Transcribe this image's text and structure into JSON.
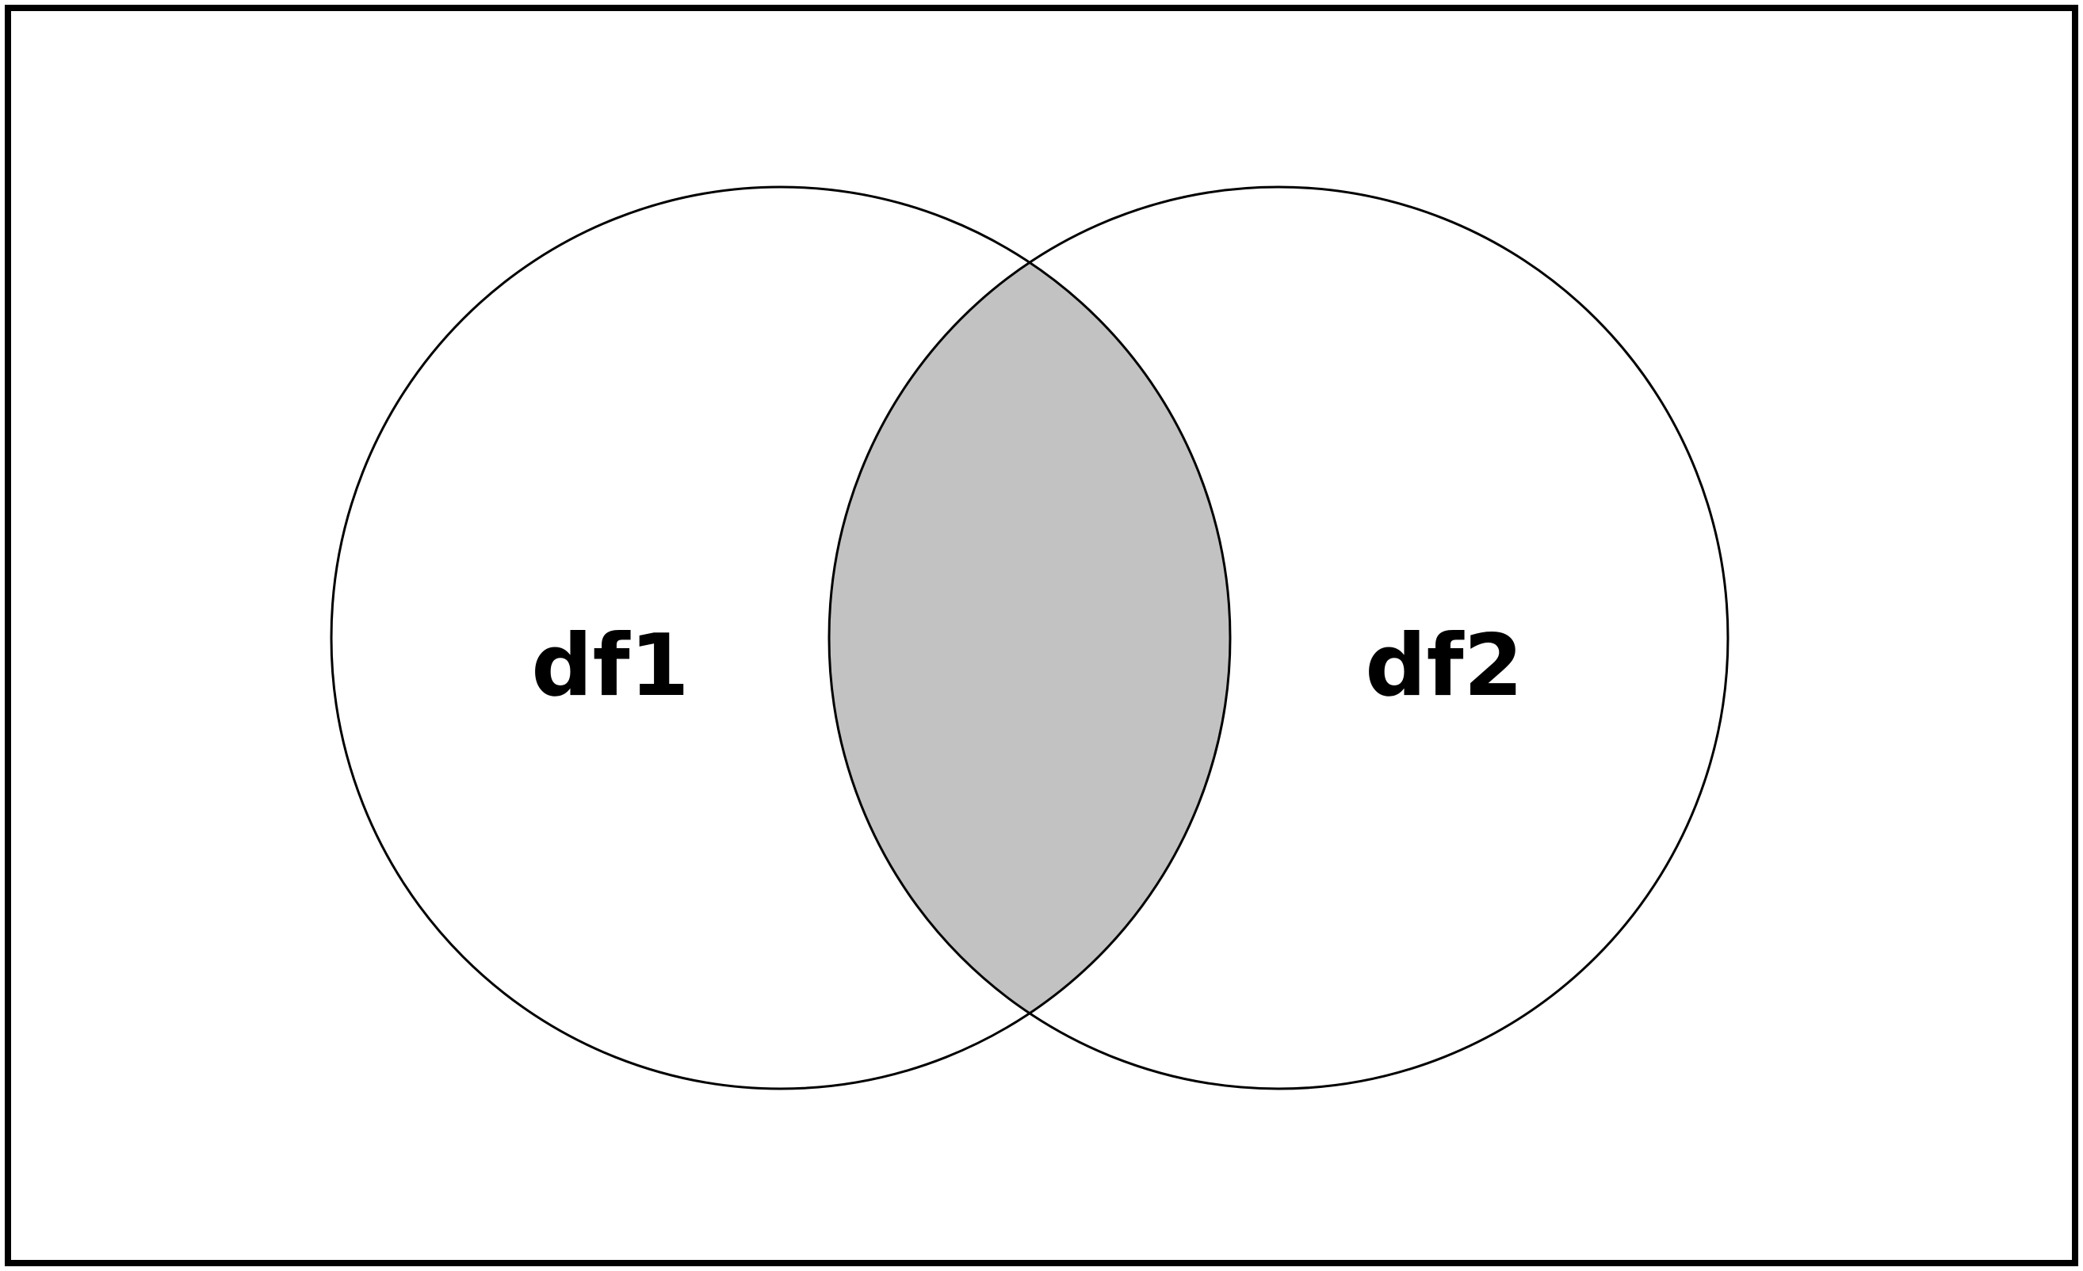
{
  "venn": {
    "sets": [
      {
        "id": "left",
        "label": "df1"
      },
      {
        "id": "right",
        "label": "df2"
      }
    ],
    "highlighted_region": "intersection",
    "colors": {
      "background": "#ffffff",
      "outline": "#000000",
      "intersection_fill": "#c2c2c2",
      "frame": "#000000"
    }
  }
}
